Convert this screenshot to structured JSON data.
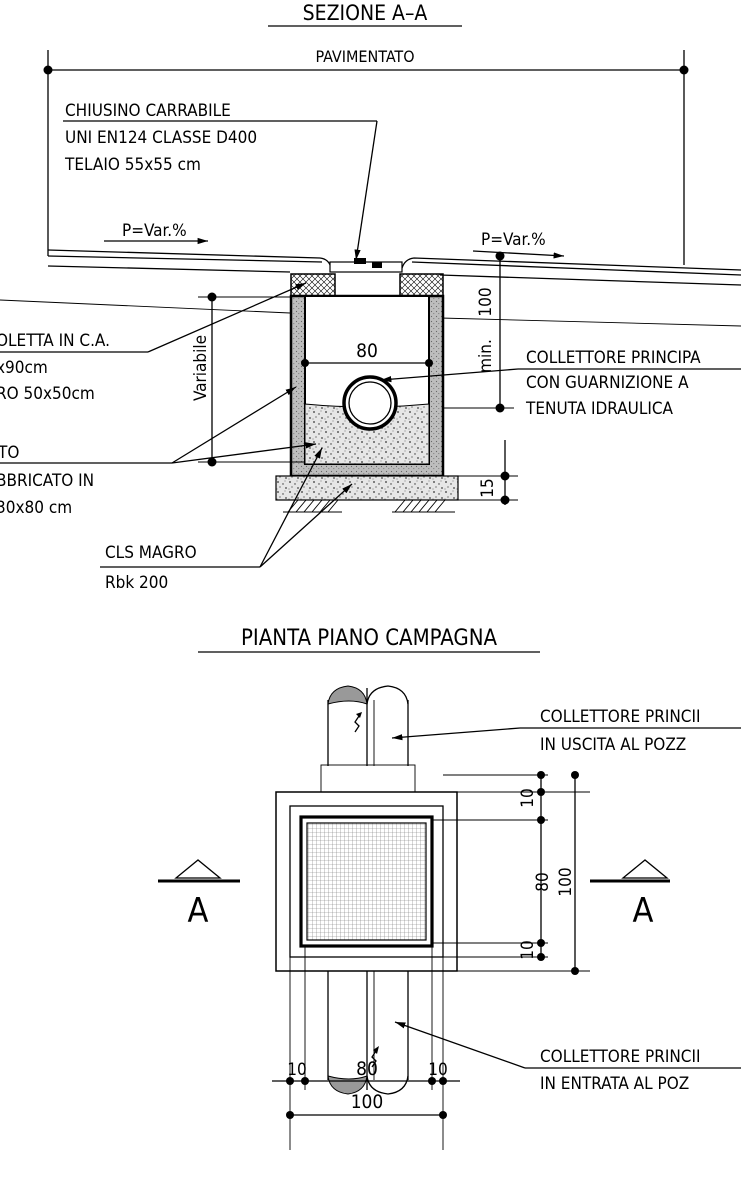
{
  "section": {
    "title": "SEZIONE  A–A",
    "pavement_label": "PAVIMENTATO",
    "slope_left": "P=Var.%",
    "slope_right": "P=Var.%",
    "manhole_cover": [
      "CHIUSINO  CARRABILE",
      "UNI  EN124  CLASSE  D400",
      "TELAIO  55x55  cm"
    ],
    "slab": [
      "OLETTA  IN  C.A.",
      "x90cm",
      "RO  50x50cm"
    ],
    "chamber": [
      "TO",
      "BBRICATO  IN",
      "30x80  cm"
    ],
    "collector": [
      "COLLETTORE  PRINCIPA",
      "CON  GUARNIZIONE  A",
      "TENUTA  IDRAULICA"
    ],
    "lean_concrete": [
      "CLS  MAGRO",
      "Rbk  200"
    ],
    "dim_variable": "Variabile",
    "dim_min": "min.",
    "dim_100": "100",
    "dim_80": "80",
    "dim_15": "15"
  },
  "plan": {
    "title": "PIANTA  PIANO  CAMPAGNA",
    "outlet": [
      "COLLETTORE  PRINCII",
      "IN  USCITA  AL  POZZ"
    ],
    "inlet": [
      "COLLETTORE  PRINCII",
      "IN  ENTRATA  AL  POZ"
    ],
    "dim_10_top": "10",
    "dim_80": "80",
    "dim_100": "100",
    "dim_10_bot": "10",
    "bottom_10_left": "10",
    "bottom_80": "80",
    "bottom_10_right": "10",
    "bottom_100": "100",
    "section_mark_left": "A",
    "section_mark_right": "A"
  }
}
